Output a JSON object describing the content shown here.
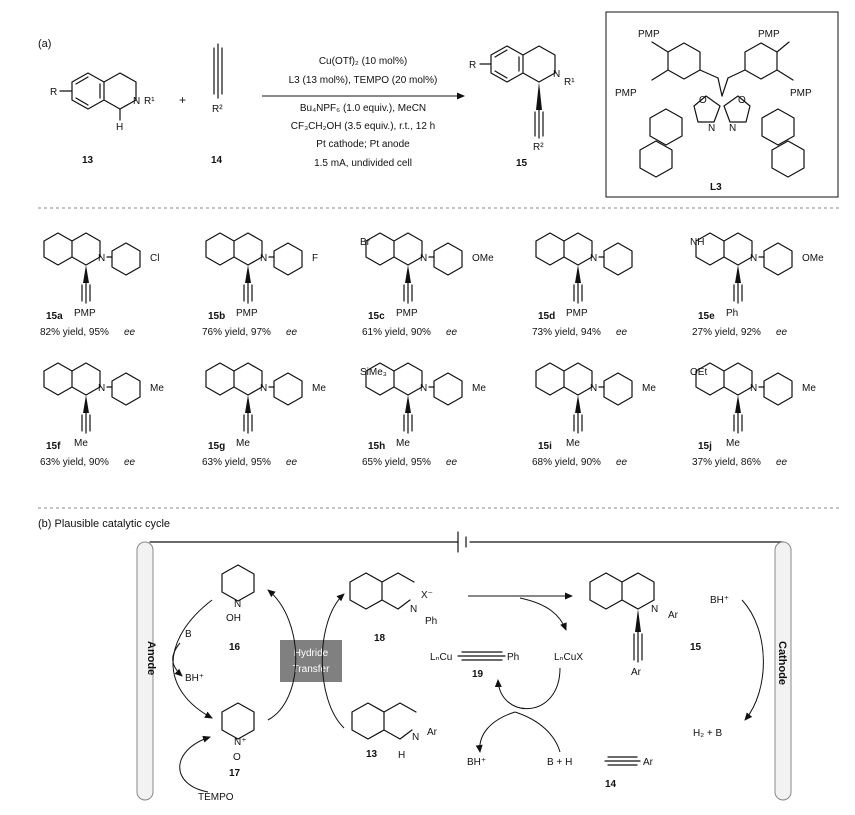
{
  "panel_a": {
    "label": "(a)",
    "conditions": [
      "Cu(OTf)₂ (10 mol%)",
      "L3 (13 mol%), TEMPO (20 mol%)",
      "Bu₄NPF₆ (1.0 equiv.), MeCN",
      "CF₃CH₂OH (3.5 equiv.), r.t., 12 h",
      "Pt cathode; Pt anode",
      "1.5 mA, undivided cell"
    ],
    "plus": "+",
    "reactant_13": {
      "label": "13",
      "R": "R",
      "R1": "R¹",
      "N": "N",
      "H": "H"
    },
    "reactant_14": {
      "label": "14",
      "R2": "R²"
    },
    "product_15": {
      "label": "15",
      "R": "R",
      "R1": "R¹",
      "N": "N",
      "R2": "R²"
    },
    "ligand": {
      "label": "L3",
      "PMP": "PMP",
      "O": "O",
      "N": "N"
    }
  },
  "products": [
    {
      "id": "15a",
      "yield": "82% yield, 95%",
      "ee": "ee",
      "sub1": "PMP",
      "sub2": "Cl"
    },
    {
      "id": "15b",
      "yield": "76% yield, 97%",
      "ee": "ee",
      "sub1": "PMP",
      "sub2": "F"
    },
    {
      "id": "15c",
      "yield": "61% yield, 90%",
      "ee": "ee",
      "sub1": "PMP",
      "sub2": "OMe",
      "sub3": "Br"
    },
    {
      "id": "15d",
      "yield": "73% yield, 94%",
      "ee": "ee",
      "sub1": "PMP"
    },
    {
      "id": "15e",
      "yield": "27% yield, 92%",
      "ee": "ee",
      "sub1": "Ph",
      "sub2": "OMe",
      "sub3": "NH"
    },
    {
      "id": "15f",
      "yield": "63% yield, 90%",
      "ee": "ee",
      "sub1": "Me",
      "sub2": "Me"
    },
    {
      "id": "15g",
      "yield": "63% yield, 95%",
      "ee": "ee",
      "sub1": "Me",
      "sub2": "Me"
    },
    {
      "id": "15h",
      "yield": "65% yield, 95%",
      "ee": "ee",
      "sub1": "Me",
      "sub2": "Me",
      "sub3": "SiMe₃"
    },
    {
      "id": "15i",
      "yield": "68% yield, 90%",
      "ee": "ee",
      "sub1": "Me",
      "sub2": "Me"
    },
    {
      "id": "15j",
      "yield": "37% yield, 86%",
      "ee": "ee",
      "sub1": "Me",
      "sub2": "Me",
      "sub3": "OEt"
    }
  ],
  "panel_b": {
    "title": "(b) Plausible catalytic cycle",
    "anode": "Anode",
    "cathode": "Cathode",
    "hydride_transfer": [
      "Hydride",
      "Transfer"
    ],
    "tempo": "TEMPO",
    "B": "B",
    "BH_plus": "BH⁺",
    "c16": "16",
    "c17": "17",
    "c18": "18",
    "c13": "13",
    "c15": "15",
    "c19": "19",
    "c14": "14",
    "OH": "OH",
    "N_plus_O": "O",
    "X_minus": "X⁻",
    "Ph": "Ph",
    "LnCu_alkyne": "LₙCu",
    "LnCuX": "LₙCuX",
    "Ar": "Ar",
    "H": "H",
    "H2_B": "H₂ + B",
    "B_plus_H": "B + H",
    "BH_plus_bottom": "BH⁺",
    "BH_plus_cathode": "BH⁺"
  }
}
